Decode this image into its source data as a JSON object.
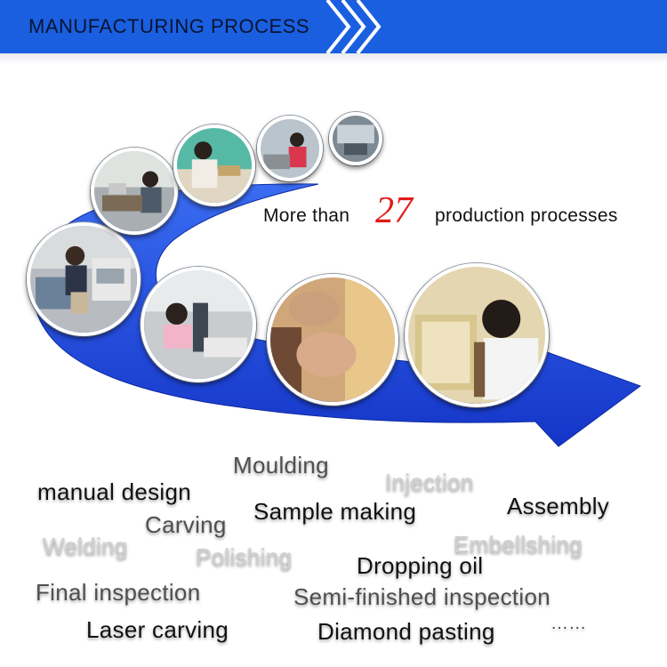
{
  "header": {
    "title": "MANUFACTURING  PROCESS"
  },
  "headline": {
    "prefix": "More than",
    "number": "27",
    "suffix": "production processes"
  },
  "photos": [
    {
      "subject": "worker at laser welding machine"
    },
    {
      "subject": "workers at bench with tools"
    },
    {
      "subject": "worker holding jewelry piece"
    },
    {
      "subject": "worker at workbench"
    },
    {
      "subject": "small workstation"
    },
    {
      "subject": "worker at microscope"
    },
    {
      "subject": "hands polishing piece"
    },
    {
      "subject": "worker inspecting trays"
    }
  ],
  "processes": {
    "moulding": "Moulding",
    "injection": "Injection",
    "manual_design": "manual design",
    "assembly": "Assembly",
    "carving": "Carving",
    "sample_making": "Sample making",
    "welding": "Welding",
    "embellshing": "Embellshing",
    "polishing": "Polishing",
    "dropping_oil": "Dropping oil",
    "final_inspection": "Final inspection",
    "semi_finished_inspection": "Semi-finished inspection",
    "laser_carving": "Laser carving",
    "diamond_pasting": "Diamond pasting",
    "ellipsis": "……"
  },
  "colors": {
    "header_blue": "#1a5fe0",
    "swoosh_blue": "#1f4fe6",
    "accent_red": "#e21c1c"
  }
}
